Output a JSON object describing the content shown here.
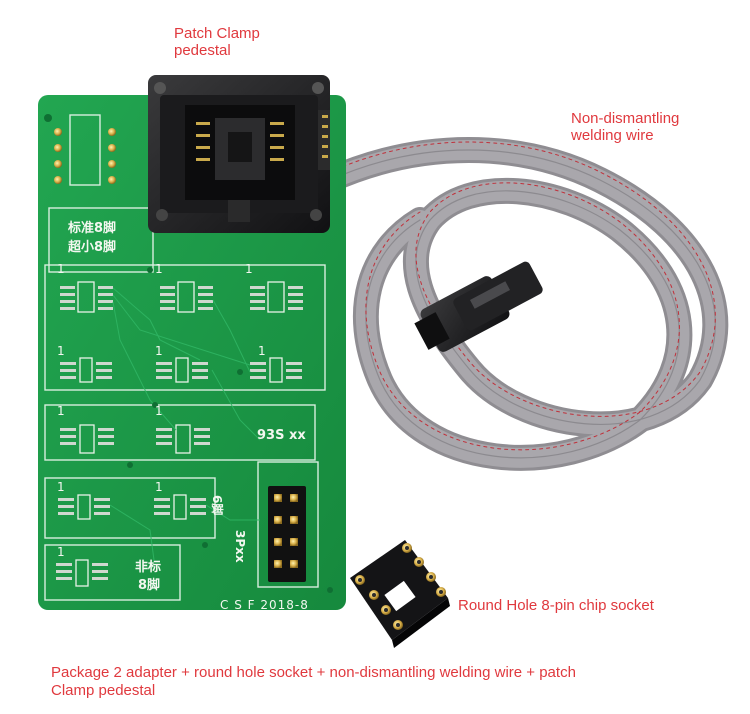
{
  "labels": {
    "patch_clamp_line1": "Patch Clamp",
    "patch_clamp_line2": "pedestal",
    "wire_line1": "Non-dismantling",
    "wire_line2": "welding wire",
    "socket": "Round Hole 8-pin chip socket",
    "caption_line1": "Package 2 adapter + round hole socket + non-dismantling welding wire + patch",
    "caption_line2": "Clamp pedestal"
  },
  "pcb": {
    "standard_8pin": "标准8脚",
    "ultra_small_8pin": "超小8脚",
    "series_93": "93S xx",
    "six_pin": "6脚",
    "three_pxx": "3Pxx",
    "non_standard": "非标",
    "eight_pin": "8脚",
    "maker": "C S F  2018-8",
    "pin_one": "1"
  },
  "colors": {
    "label_red": "#e0393e",
    "pcb_green": "#1c9a47",
    "silkscreen": "#f3f7f0",
    "cable_gray": "#8f8d92"
  }
}
